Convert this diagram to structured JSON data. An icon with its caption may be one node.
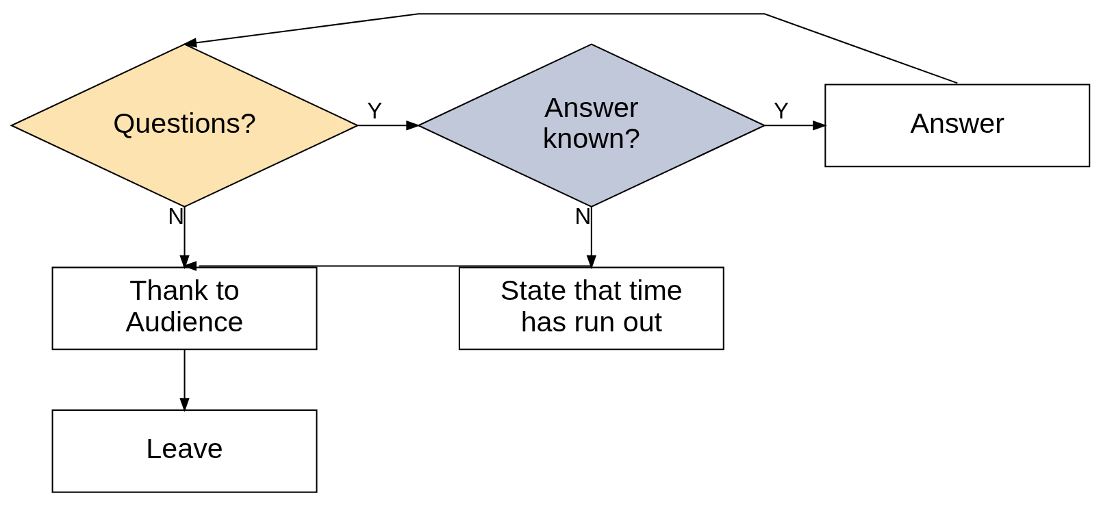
{
  "diagram": {
    "nodes": [
      {
        "text": [
          "Questions?"
        ]
      },
      {
        "text": [
          "Answer known?"
        ]
      },
      {
        "text": [
          "Answer"
        ]
      },
      {
        "text": [
          "Thank to Audience"
        ]
      },
      {
        "text": [
          "State that time has run out"
        ]
      },
      {
        "text": [
          "Leave"
        ]
      }
    ],
    "edges": [
      {
        "from": 0,
        "to": 1,
        "arrow": "to",
        "label": "Y"
      },
      {
        "from": 1,
        "to": 2,
        "arrow": "to",
        "label": "Y"
      },
      {
        "from": 2,
        "to": 0,
        "arrow": "to"
      },
      {
        "from": 0,
        "to": 3,
        "arrow": "to",
        "label": "N"
      },
      {
        "from": 1,
        "to": 4,
        "arrow": "to",
        "label": "N"
      },
      {
        "from": 4,
        "to": 3,
        "arrow": "to"
      },
      {
        "from": 3,
        "to": 5,
        "arrow": "to"
      }
    ]
  }
}
